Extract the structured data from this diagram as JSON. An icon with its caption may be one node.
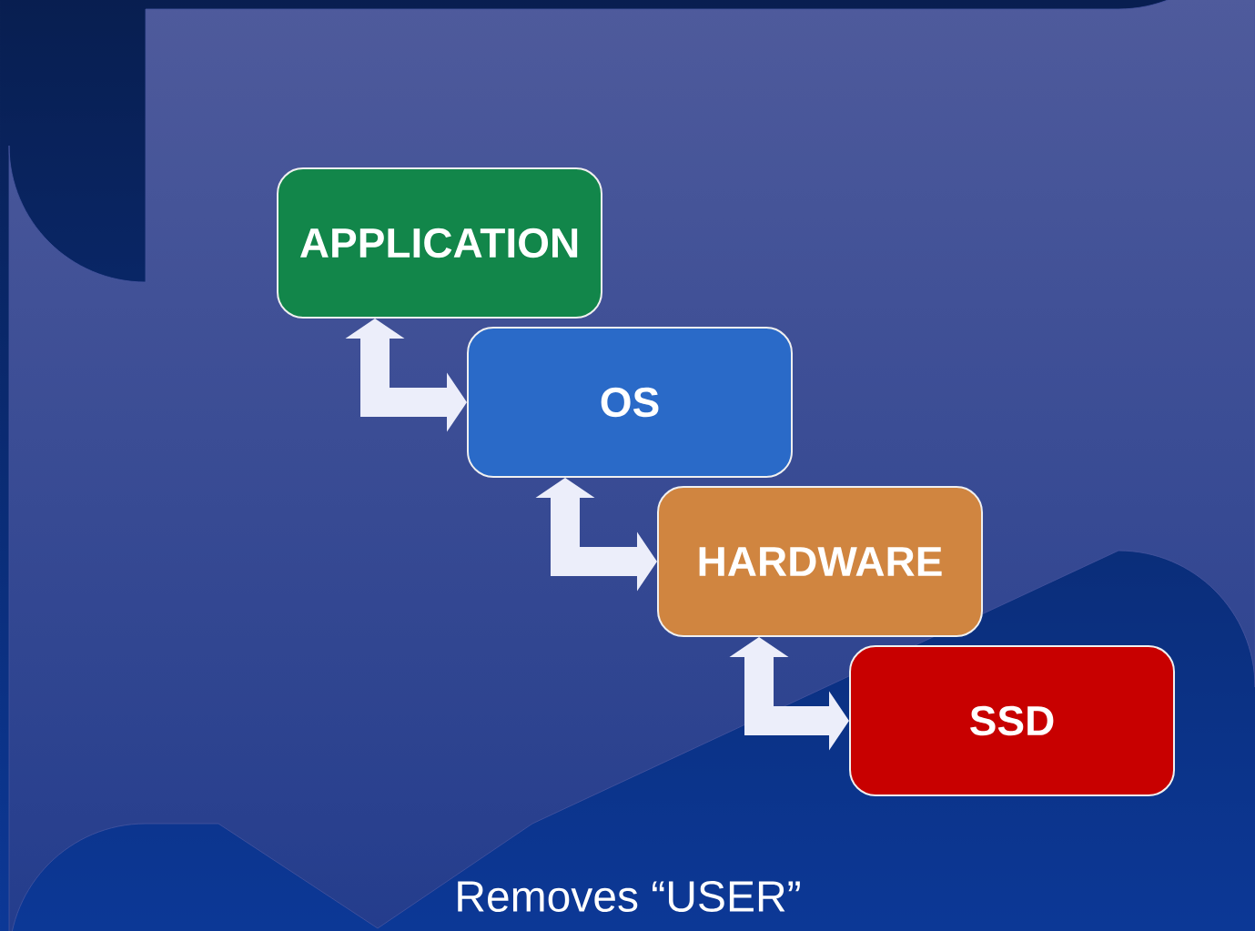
{
  "diagram": {
    "nodes": [
      {
        "text": [
          "APPLICATION"
        ]
      },
      {
        "text": [
          "OS"
        ]
      },
      {
        "text": [
          "HARDWARE"
        ]
      },
      {
        "text": [
          "SSD"
        ]
      }
    ],
    "edges": [
      {
        "from": 0,
        "to": 1,
        "arrow": "both"
      },
      {
        "from": 1,
        "to": 2,
        "arrow": "both"
      },
      {
        "from": 2,
        "to": 3,
        "arrow": "both"
      }
    ],
    "labels": [
      "Removes “USER”"
    ]
  }
}
